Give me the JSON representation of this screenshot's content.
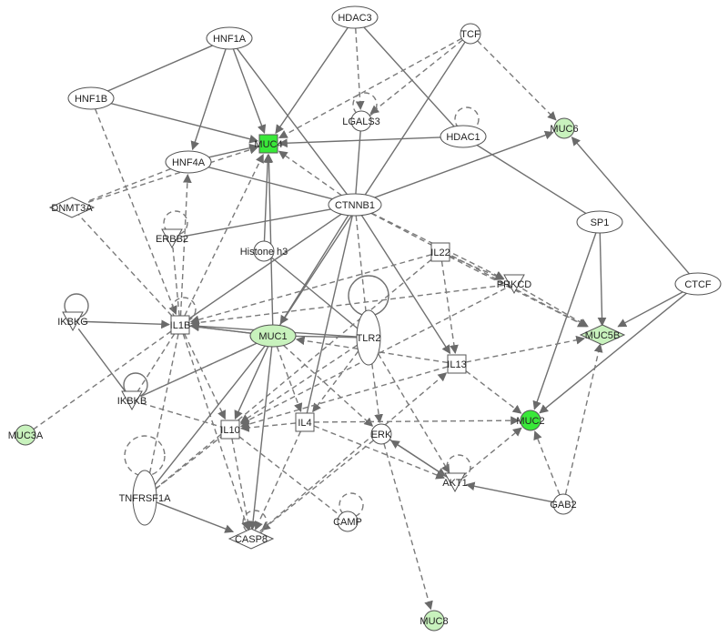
{
  "colors": {
    "node_default": "#ffffff",
    "node_light_green": "#c8f2bd",
    "node_bright_green": "#39e839",
    "edge": "#707070",
    "outline": "#555555"
  },
  "nodes": [
    {
      "id": "HNF1A",
      "label": "HNF1A",
      "shape": "ellipse",
      "fill": "default"
    },
    {
      "id": "HDAC3",
      "label": "HDAC3",
      "shape": "ellipse",
      "fill": "default"
    },
    {
      "id": "TCF",
      "label": "TCF",
      "shape": "circle",
      "fill": "default"
    },
    {
      "id": "HNF1B",
      "label": "HNF1B",
      "shape": "ellipse",
      "fill": "default"
    },
    {
      "id": "LGALS3",
      "label": "LGALS3",
      "shape": "circle",
      "fill": "default"
    },
    {
      "id": "HDAC1",
      "label": "HDAC1",
      "shape": "ellipse",
      "fill": "default"
    },
    {
      "id": "MUC6",
      "label": "MUC6",
      "shape": "circle",
      "fill": "light"
    },
    {
      "id": "MUC4",
      "label": "MUC4",
      "shape": "square",
      "fill": "bright"
    },
    {
      "id": "HNF4A",
      "label": "HNF4A",
      "shape": "ellipse",
      "fill": "default"
    },
    {
      "id": "DNMT3A",
      "label": "DNMT3A",
      "shape": "diamond",
      "fill": "default"
    },
    {
      "id": "CTNNB1",
      "label": "CTNNB1",
      "shape": "ellipse",
      "fill": "default"
    },
    {
      "id": "SP1",
      "label": "SP1",
      "shape": "ellipse",
      "fill": "default"
    },
    {
      "id": "ERBB2",
      "label": "ERBB2",
      "shape": "triangle-down",
      "fill": "default"
    },
    {
      "id": "Histone_h3",
      "label": "Histone h3",
      "shape": "circle",
      "fill": "default"
    },
    {
      "id": "IL22",
      "label": "IL22",
      "shape": "square",
      "fill": "default"
    },
    {
      "id": "PRKCD",
      "label": "PRKCD",
      "shape": "triangle-down",
      "fill": "default"
    },
    {
      "id": "CTCF",
      "label": "CTCF",
      "shape": "ellipse",
      "fill": "default"
    },
    {
      "id": "IKBKG",
      "label": "IKBKG",
      "shape": "triangle-down",
      "fill": "default"
    },
    {
      "id": "IL1B",
      "label": "IL1B",
      "shape": "square",
      "fill": "default"
    },
    {
      "id": "MUC1",
      "label": "MUC1",
      "shape": "ellipse",
      "fill": "light"
    },
    {
      "id": "TLR2",
      "label": "TLR2",
      "shape": "vellipse",
      "fill": "default"
    },
    {
      "id": "MUC5B",
      "label": "MUC5B",
      "shape": "diamond",
      "fill": "light"
    },
    {
      "id": "IL13",
      "label": "IL13",
      "shape": "square",
      "fill": "default"
    },
    {
      "id": "IKBKB",
      "label": "IKBKB",
      "shape": "triangle-down",
      "fill": "default"
    },
    {
      "id": "IL4",
      "label": "IL4",
      "shape": "square",
      "fill": "default"
    },
    {
      "id": "IL10",
      "label": "IL10",
      "shape": "square",
      "fill": "default"
    },
    {
      "id": "ERK",
      "label": "ERK",
      "shape": "circle",
      "fill": "default"
    },
    {
      "id": "MUC2",
      "label": "MUC2",
      "shape": "circle",
      "fill": "bright"
    },
    {
      "id": "MUC3A",
      "label": "MUC3A",
      "shape": "circle",
      "fill": "light"
    },
    {
      "id": "AKT1",
      "label": "AKT1",
      "shape": "triangle-down",
      "fill": "default"
    },
    {
      "id": "TNFRSF1A",
      "label": "TNFRSF1A",
      "shape": "vellipse",
      "fill": "default"
    },
    {
      "id": "GAB2",
      "label": "GAB2",
      "shape": "circle",
      "fill": "default"
    },
    {
      "id": "CAMP",
      "label": "CAMP",
      "shape": "circle",
      "fill": "default"
    },
    {
      "id": "CASP8",
      "label": "CASP8",
      "shape": "diamond",
      "fill": "default"
    },
    {
      "id": "MUC8",
      "label": "MUC8",
      "shape": "circle",
      "fill": "light"
    }
  ],
  "edges": [
    {
      "from": "HNF1A",
      "to": "HNF1B",
      "style": "solid",
      "arrow": false
    },
    {
      "from": "HNF1A",
      "to": "MUC4",
      "style": "solid",
      "arrow": true
    },
    {
      "from": "HNF1A",
      "to": "HNF4A",
      "style": "solid",
      "arrow": true
    },
    {
      "from": "HNF1A",
      "to": "CTNNB1",
      "style": "solid",
      "arrow": false
    },
    {
      "from": "HNF1B",
      "to": "MUC4",
      "style": "solid",
      "arrow": true
    },
    {
      "from": "HNF1B",
      "to": "IL1B",
      "style": "dashed",
      "arrow": true
    },
    {
      "from": "HDAC3",
      "to": "MUC4",
      "style": "solid",
      "arrow": true
    },
    {
      "from": "HDAC3",
      "to": "LGALS3",
      "style": "dashed",
      "arrow": true
    },
    {
      "from": "HDAC3",
      "to": "HDAC1",
      "style": "solid",
      "arrow": false
    },
    {
      "from": "TCF",
      "to": "LGALS3",
      "style": "dashed",
      "arrow": true
    },
    {
      "from": "TCF",
      "to": "MUC6",
      "style": "dashed",
      "arrow": true
    },
    {
      "from": "TCF",
      "to": "MUC1",
      "style": "solid",
      "arrow": false
    },
    {
      "from": "TCF",
      "to": "MUC4",
      "style": "dashed",
      "arrow": true
    },
    {
      "from": "HDAC1",
      "to": "MUC4",
      "style": "solid",
      "arrow": true
    },
    {
      "from": "HDAC1",
      "to": "SP1",
      "style": "solid",
      "arrow": false
    },
    {
      "from": "CTNNB1",
      "to": "MUC6",
      "style": "solid",
      "arrow": true
    },
    {
      "from": "CTNNB1",
      "to": "MUC4",
      "style": "dashed",
      "arrow": true
    },
    {
      "from": "CTNNB1",
      "to": "HNF4A",
      "style": "solid",
      "arrow": false
    },
    {
      "from": "CTNNB1",
      "to": "LGALS3",
      "style": "solid",
      "arrow": false
    },
    {
      "from": "CTNNB1",
      "to": "MUC1",
      "style": "solid",
      "arrow": true
    },
    {
      "from": "CTNNB1",
      "to": "IL1B",
      "style": "solid",
      "arrow": false
    },
    {
      "from": "CTNNB1",
      "to": "IL13",
      "style": "solid",
      "arrow": true
    },
    {
      "from": "CTNNB1",
      "to": "MUC5B",
      "style": "dashed",
      "arrow": true
    },
    {
      "from": "CTNNB1",
      "to": "ERBB2",
      "style": "solid",
      "arrow": false
    },
    {
      "from": "CTNNB1",
      "to": "IL4",
      "style": "solid",
      "arrow": false
    },
    {
      "from": "CTNNB1",
      "to": "TLR2",
      "style": "dashed",
      "arrow": false
    },
    {
      "from": "CTNNB1",
      "to": "PRKCD",
      "style": "dashed",
      "arrow": true
    },
    {
      "from": "HNF4A",
      "to": "MUC4",
      "style": "solid",
      "arrow": true
    },
    {
      "from": "HNF4A",
      "to": "DNMT3A",
      "style": "dashed",
      "arrow": false
    },
    {
      "from": "DNMT3A",
      "to": "MUC4",
      "style": "dashed",
      "arrow": true
    },
    {
      "from": "SP1",
      "to": "MUC5B",
      "style": "solid",
      "arrow": true
    },
    {
      "from": "SP1",
      "to": "MUC2",
      "style": "solid",
      "arrow": true
    },
    {
      "from": "CTCF",
      "to": "MUC6",
      "style": "solid",
      "arrow": true
    },
    {
      "from": "CTCF",
      "to": "MUC5B",
      "style": "solid",
      "arrow": true
    },
    {
      "from": "CTCF",
      "to": "MUC2",
      "style": "solid",
      "arrow": true
    },
    {
      "from": "Histone_h3",
      "to": "MUC4",
      "style": "solid",
      "arrow": true
    },
    {
      "from": "Histone_h3",
      "to": "TLR2",
      "style": "solid",
      "arrow": false
    },
    {
      "from": "IL1B",
      "to": "MUC4",
      "style": "dashed",
      "arrow": true
    },
    {
      "from": "IL1B",
      "to": "HNF4A",
      "style": "dashed",
      "arrow": true
    },
    {
      "from": "IL1B",
      "to": "DNMT3A",
      "style": "dashed",
      "arrow": false
    },
    {
      "from": "IL1B",
      "to": "ERBB2",
      "style": "dashed",
      "arrow": false
    },
    {
      "from": "IL1B",
      "to": "IKBKB",
      "style": "dashed",
      "arrow": false
    },
    {
      "from": "IL1B",
      "to": "MUC3A",
      "style": "dashed",
      "arrow": false
    },
    {
      "from": "IL1B",
      "to": "IL10",
      "style": "dashed",
      "arrow": true
    },
    {
      "from": "IL1B",
      "to": "TNFRSF1A",
      "style": "dashed",
      "arrow": false
    },
    {
      "from": "IL1B",
      "to": "CASP8",
      "style": "dashed",
      "arrow": true
    },
    {
      "from": "IL1B",
      "to": "MUC1",
      "style": "solid",
      "arrow": false
    },
    {
      "from": "IKBKG",
      "to": "IL1B",
      "style": "solid",
      "arrow": true
    },
    {
      "from": "IKBKG",
      "to": "IKBKB",
      "style": "solid",
      "arrow": false
    },
    {
      "from": "MUC1",
      "to": "IL1B",
      "style": "solid",
      "arrow": true
    },
    {
      "from": "MUC1",
      "to": "MUC4",
      "style": "solid",
      "arrow": true
    },
    {
      "from": "MUC1",
      "to": "IL10",
      "style": "solid",
      "arrow": true
    },
    {
      "from": "MUC1",
      "to": "TNFRSF1A",
      "style": "solid",
      "arrow": false
    },
    {
      "from": "MUC1",
      "to": "CASP8",
      "style": "solid",
      "arrow": true
    },
    {
      "from": "MUC1",
      "to": "IKBKB",
      "style": "solid",
      "arrow": false
    },
    {
      "from": "MUC1",
      "to": "ERK",
      "style": "dashed",
      "arrow": true
    },
    {
      "from": "MUC1",
      "to": "IL4",
      "style": "dashed",
      "arrow": true
    },
    {
      "from": "TLR2",
      "to": "IL1B",
      "style": "solid",
      "arrow": true
    },
    {
      "from": "TLR2",
      "to": "MUC1",
      "style": "solid",
      "arrow": false
    },
    {
      "from": "TLR2",
      "to": "IL10",
      "style": "dashed",
      "arrow": true
    },
    {
      "from": "TLR2",
      "to": "ERK",
      "style": "dashed",
      "arrow": true
    },
    {
      "from": "TLR2",
      "to": "AKT1",
      "style": "dashed",
      "arrow": true
    },
    {
      "from": "TLR2",
      "to": "IL4",
      "style": "dashed",
      "arrow": true
    },
    {
      "from": "IL22",
      "to": "IL1B",
      "style": "dashed",
      "arrow": true
    },
    {
      "from": "IL22",
      "to": "MUC5B",
      "style": "dashed",
      "arrow": true
    },
    {
      "from": "IL22",
      "to": "IL13",
      "style": "dashed",
      "arrow": true
    },
    {
      "from": "IL22",
      "to": "PRKCD",
      "style": "dashed",
      "arrow": true
    },
    {
      "from": "IL22",
      "to": "TNFRSF1A",
      "style": "dashed",
      "arrow": false
    },
    {
      "from": "PRKCD",
      "to": "IL1B",
      "style": "dashed",
      "arrow": true
    },
    {
      "from": "PRKCD",
      "to": "IL10",
      "style": "dashed",
      "arrow": true
    },
    {
      "from": "PRKCD",
      "to": "MUC5B",
      "style": "dashed",
      "arrow": true
    },
    {
      "from": "IL13",
      "to": "MUC1",
      "style": "dashed",
      "arrow": true
    },
    {
      "from": "IL13",
      "to": "MUC2",
      "style": "dashed",
      "arrow": true
    },
    {
      "from": "IL13",
      "to": "MUC5B",
      "style": "dashed",
      "arrow": true
    },
    {
      "from": "IL13",
      "to": "IL10",
      "style": "dashed",
      "arrow": true
    },
    {
      "from": "IL4",
      "to": "IL10",
      "style": "dashed",
      "arrow": true
    },
    {
      "from": "IL4",
      "to": "MUC2",
      "style": "dashed",
      "arrow": true
    },
    {
      "from": "IL4",
      "to": "AKT1",
      "style": "dashed",
      "arrow": true
    },
    {
      "from": "IL4",
      "to": "CASP8",
      "style": "dashed",
      "arrow": true
    },
    {
      "from": "IL10",
      "to": "CASP8",
      "style": "dashed",
      "arrow": true
    },
    {
      "from": "IL10",
      "to": "CAMP",
      "style": "dashed",
      "arrow": false
    },
    {
      "from": "ERK",
      "to": "MUC8",
      "style": "dashed",
      "arrow": true
    },
    {
      "from": "ERK",
      "to": "CASP8",
      "style": "dashed",
      "arrow": true
    },
    {
      "from": "ERK",
      "to": "AKT1",
      "style": "solid",
      "arrow": true
    },
    {
      "from": "AKT1",
      "to": "ERK",
      "style": "solid",
      "arrow": true
    },
    {
      "from": "AKT1",
      "to": "MUC2",
      "style": "dashed",
      "arrow": true
    },
    {
      "from": "GAB2",
      "to": "AKT1",
      "style": "solid",
      "arrow": true
    },
    {
      "from": "GAB2",
      "to": "MUC2",
      "style": "dashed",
      "arrow": true
    },
    {
      "from": "GAB2",
      "to": "MUC5B",
      "style": "dashed",
      "arrow": true
    },
    {
      "from": "TNFRSF1A",
      "to": "CASP8",
      "style": "solid",
      "arrow": true
    },
    {
      "from": "TNFRSF1A",
      "to": "IL10",
      "style": "dashed",
      "arrow": false
    },
    {
      "from": "IKBKB",
      "to": "IL10",
      "style": "dashed",
      "arrow": false
    },
    {
      "from": "IKBKB",
      "to": "MUC1",
      "style": "dashed",
      "arrow": false
    },
    {
      "from": "CASP8",
      "to": "IL13",
      "style": "dashed",
      "arrow": true
    }
  ],
  "self_loops": [
    "HDAC1",
    "LGALS3",
    "ERBB2",
    "IKBKG",
    "IKBKB",
    "IL1B",
    "TLR2",
    "TNFRSF1A",
    "CASP8",
    "CAMP",
    "AKT1"
  ]
}
